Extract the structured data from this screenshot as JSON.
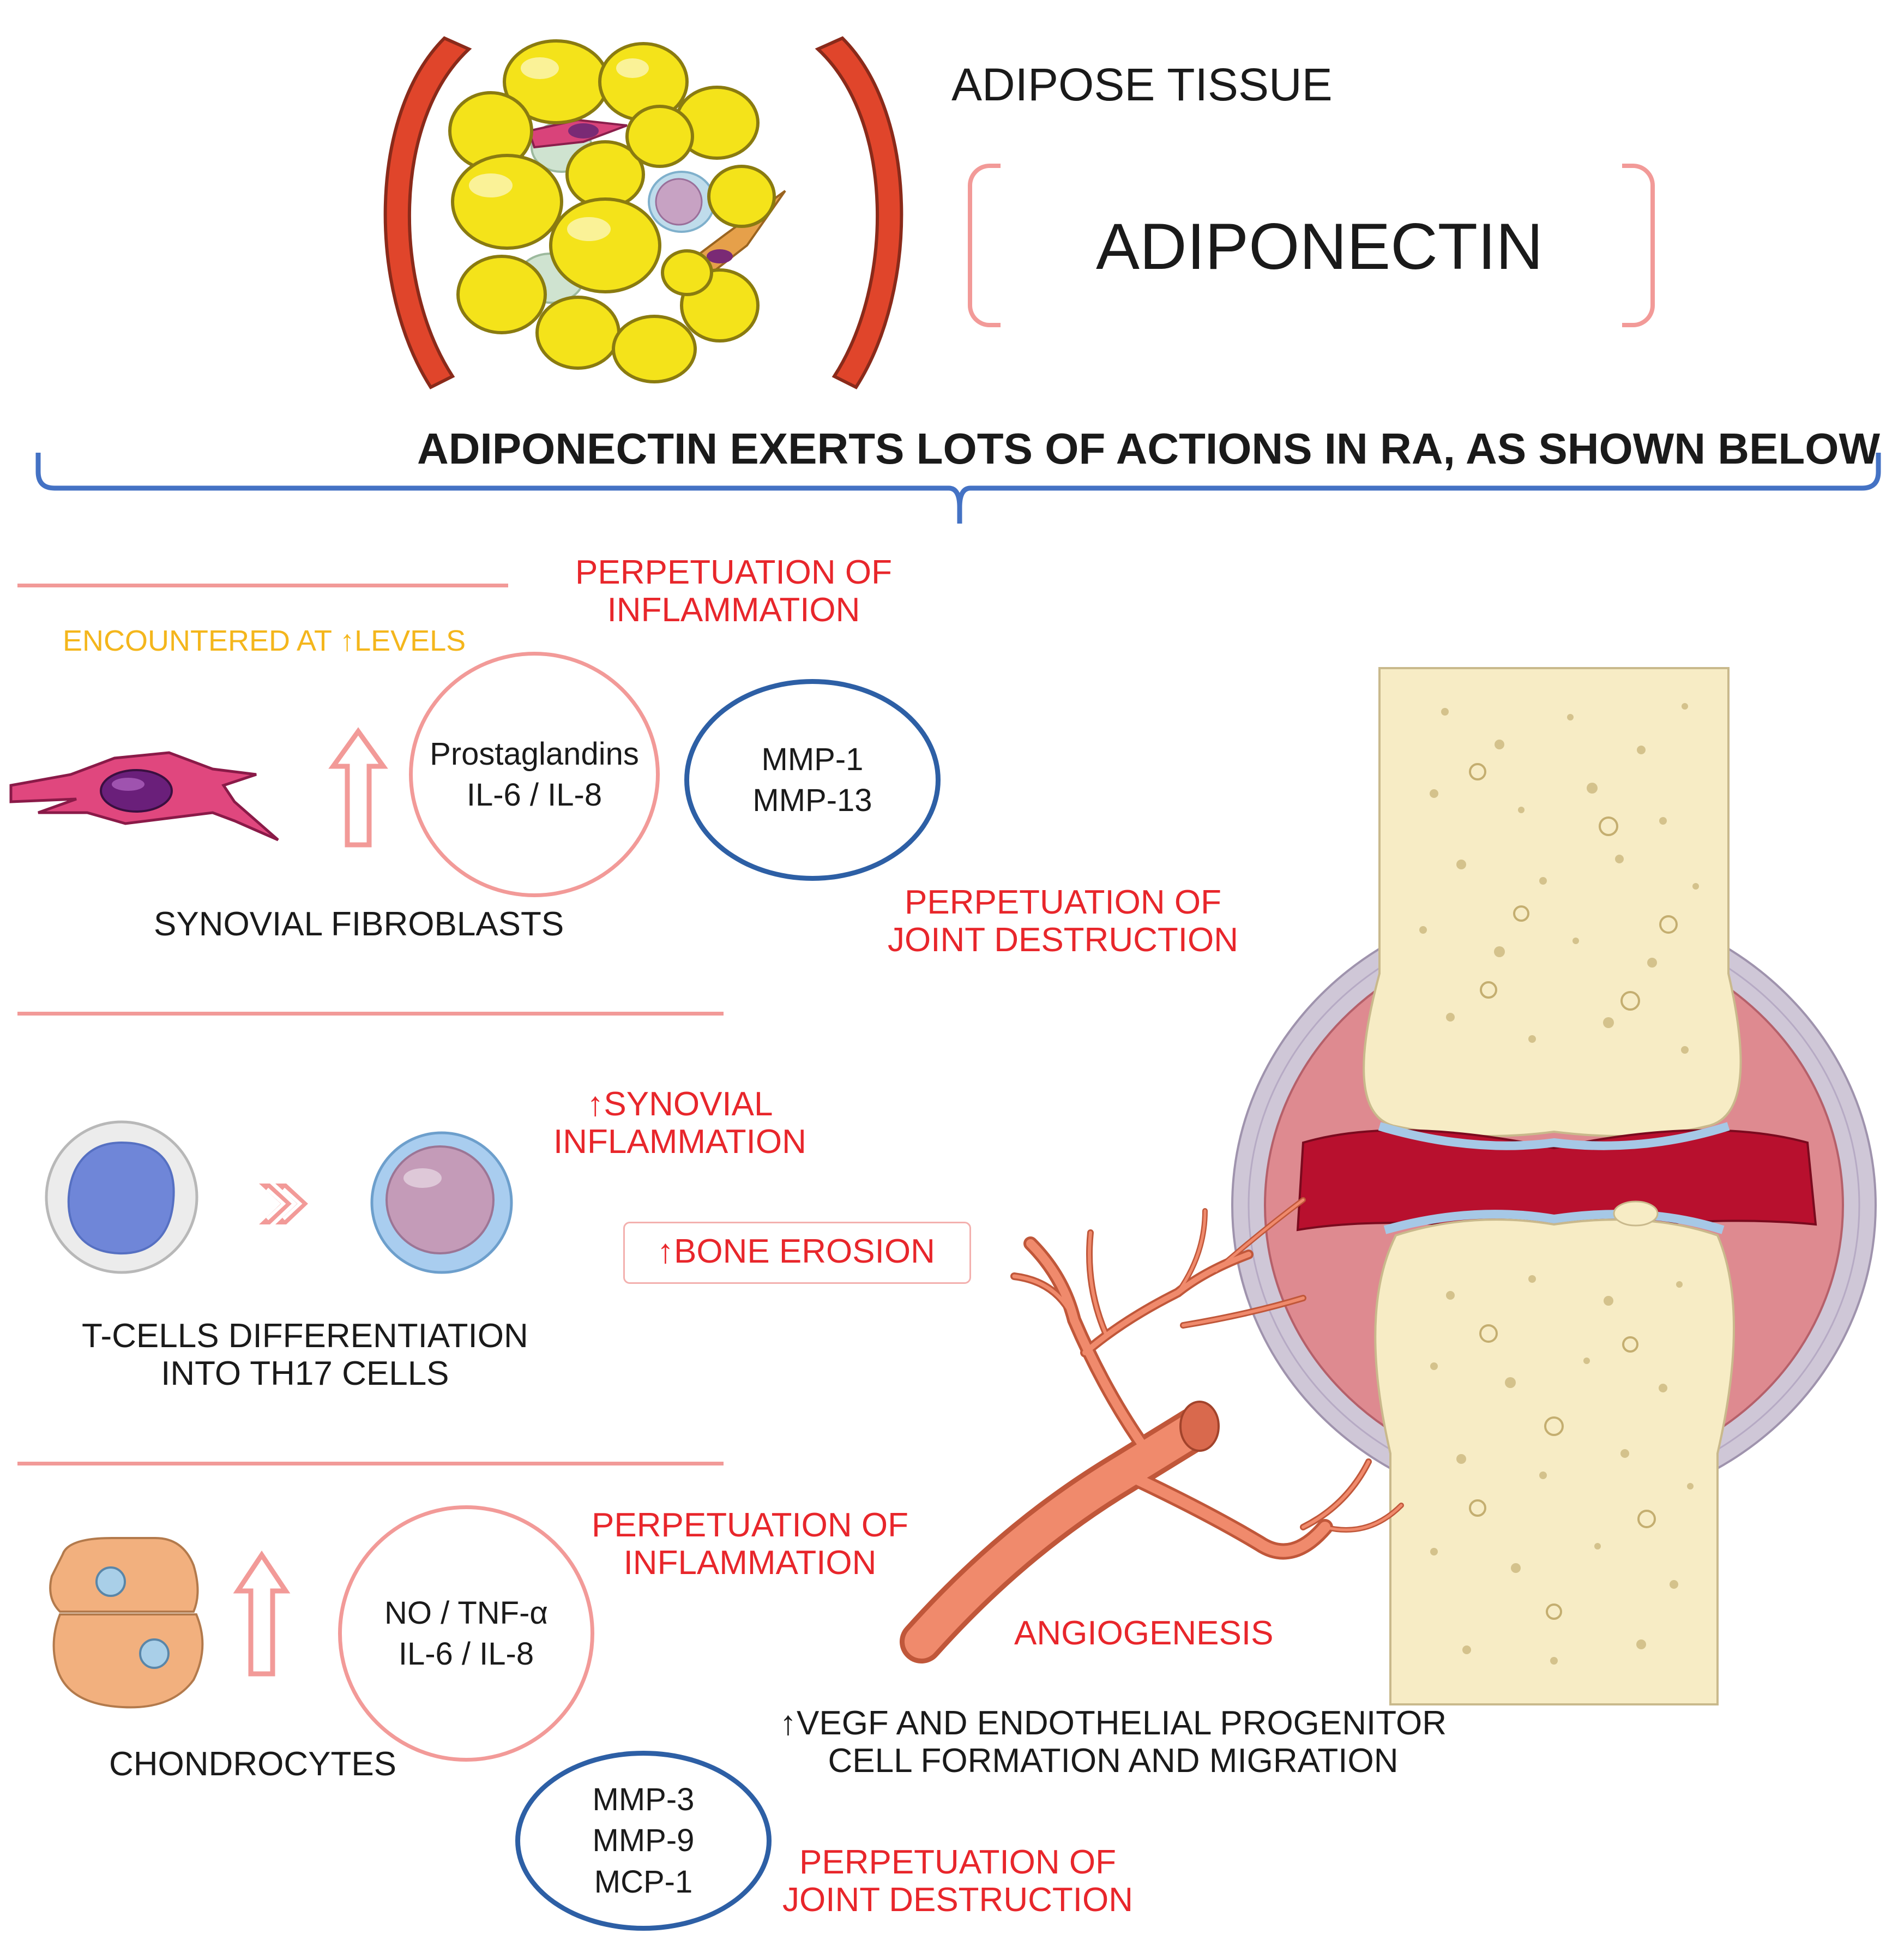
{
  "header": {
    "tissue_label": "ADIPOSE TISSUE",
    "hormone_label": "ADIPONECTIN"
  },
  "banner": {
    "text": "ADIPONECTIN EXERTS LOTS OF ACTIONS IN RA, AS SHOWN BELOW"
  },
  "fibroblasts": {
    "level_note": "ENCOUNTERED AT ↑LEVELS",
    "cell_label": "SYNOVIAL FIBROBLASTS",
    "circle_pink": [
      "Prostaglandins",
      "IL-6 / IL-8"
    ],
    "circle_blue": [
      "MMP-1",
      "MMP-13"
    ],
    "effect_inflammation": [
      "PERPETUATION OF",
      "INFLAMMATION"
    ],
    "effect_destruction": [
      "PERPETUATION OF",
      "JOINT DESTRUCTION"
    ]
  },
  "tcells": {
    "label": [
      "T-CELLS DIFFERENTIATION",
      "INTO TH17 CELLS"
    ],
    "effect_synovial": [
      "↑SYNOVIAL",
      "INFLAMMATION"
    ],
    "effect_bone": "↑BONE EROSION"
  },
  "chondrocytes": {
    "cell_label": "CHONDROCYTES",
    "circle_pink": [
      "NO / TNF-α",
      "IL-6 / IL-8"
    ],
    "circle_blue": [
      "MMP-3",
      "MMP-9",
      "MCP-1"
    ],
    "effect_inflammation": [
      "PERPETUATION OF",
      "INFLAMMATION"
    ],
    "effect_destruction": [
      "PERPETUATION OF",
      "JOINT DESTRUCTION"
    ]
  },
  "angiogenesis": {
    "label": "ANGIOGENESIS",
    "detail": [
      "↑VEGF AND ENDOTHELIAL PROGENITOR",
      "CELL FORMATION AND MIGRATION"
    ]
  },
  "colors": {
    "accent_red": "#e8262b",
    "accent_orange": "#f4b61c",
    "pink_outline": "#f29a98",
    "blue_outline": "#2d5fa5"
  }
}
